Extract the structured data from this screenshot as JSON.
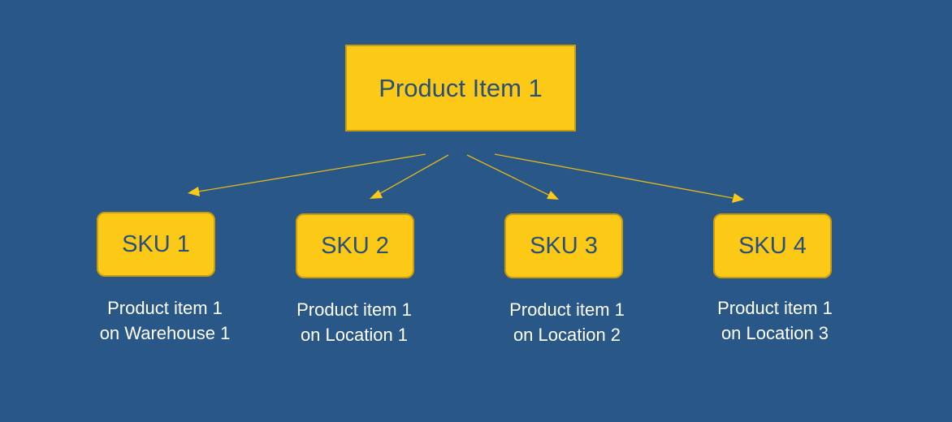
{
  "diagram": {
    "root": {
      "label": "Product Item 1"
    },
    "children": [
      {
        "label": "SKU 1",
        "caption_line1": "Product item 1",
        "caption_line2": "on Warehouse 1"
      },
      {
        "label": "SKU 2",
        "caption_line1": "Product item 1",
        "caption_line2": "on Location 1"
      },
      {
        "label": "SKU 3",
        "caption_line1": "Product item 1",
        "caption_line2": "on Location 2"
      },
      {
        "label": "SKU 4",
        "caption_line1": "Product item 1",
        "caption_line2": "on Location 3"
      }
    ]
  },
  "colors": {
    "background": "#285788",
    "node_fill": "#FDC917",
    "node_border": "#C99C10",
    "node_text": "#2A4F78",
    "caption_text": "#FFFFFF",
    "connector": "#E3B81B"
  }
}
